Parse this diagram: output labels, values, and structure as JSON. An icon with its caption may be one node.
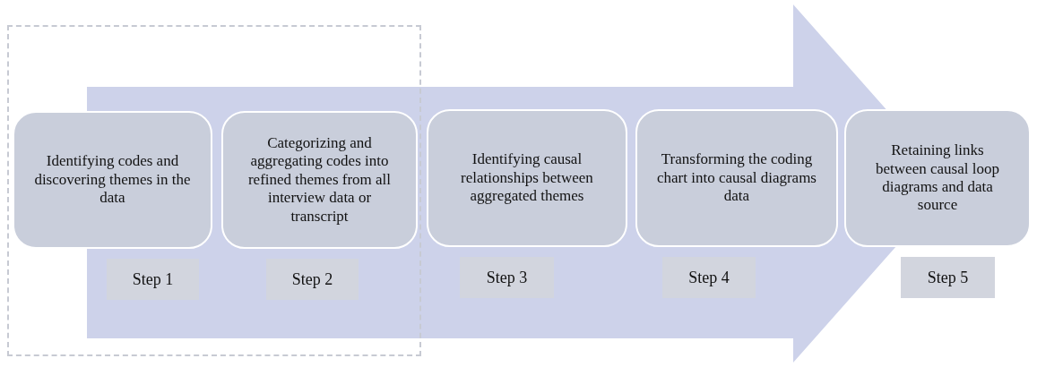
{
  "diagram": {
    "nodes": [
      {
        "text": [],
        "shape": "box"
      },
      {
        "text": [
          "Identifying codes and discovering themes in the data"
        ],
        "in": 0
      },
      {
        "text": [
          "Categorizing and aggregating codes into refined themes from all interview data or transcript"
        ],
        "in": 0
      },
      {
        "text": [
          "Identifying causal relationships between aggregated themes"
        ]
      },
      {
        "text": [
          "Transforming the coding chart into causal diagrams data"
        ]
      },
      {
        "text": [
          "Retaining links between causal loop diagrams and data source"
        ]
      },
      {
        "text": [
          "Step 1"
        ],
        "in": 0
      },
      {
        "text": [
          "Step 2"
        ],
        "in": 0
      },
      {
        "text": [
          "Step 3"
        ]
      },
      {
        "text": [
          "Step 4"
        ]
      },
      {
        "text": [
          "Step 5"
        ]
      }
    ],
    "edges": []
  }
}
